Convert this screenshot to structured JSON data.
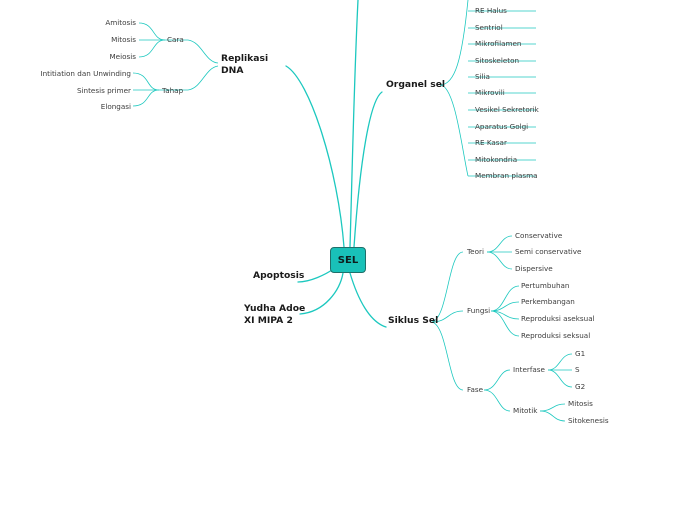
{
  "root": "SEL",
  "colors": {
    "line": "#1cc8bf",
    "root_fill": "#19c1b8",
    "root_border": "#1f6f6a"
  },
  "replikasi": {
    "title": "Replikasi\nDNA",
    "cara": {
      "label": "Cara",
      "items": [
        "Amitosis",
        "Mitosis",
        "Meiosis"
      ]
    },
    "tahap": {
      "label": "Tahap",
      "items": [
        "Intitiation dan Unwinding",
        "Sintesis primer",
        "Elongasi"
      ]
    }
  },
  "organel": {
    "title": "Organel sel",
    "items": [
      "RE Halus",
      "Sentriol",
      "Mikrofilamen",
      "Sitoskeleton",
      "Silia",
      "Mikrovili",
      "Vesikel Sekretorik",
      "Aparatus Golgi",
      "RE Kasar",
      "Mitokondria",
      "Membran plasma"
    ]
  },
  "apoptosis": "Apoptosis",
  "author": "Yudha Adoe\nXI MIPA 2",
  "siklus": {
    "title": "Siklus Sel",
    "teori": {
      "label": "Teori",
      "items": [
        "Conservative",
        "Semi conservative",
        "Dispersive"
      ]
    },
    "fungsi": {
      "label": "Fungsi",
      "items": [
        "Pertumbuhan",
        "Perkembangan",
        "Reproduksi aseksual",
        "Reproduksi seksual"
      ]
    },
    "fase": {
      "label": "Fase",
      "interfase": {
        "label": "Interfase",
        "items": [
          "G1",
          "S",
          "G2"
        ]
      },
      "mitotik": {
        "label": "Mitotik",
        "items": [
          "Mitosis",
          "Sitokenesis"
        ]
      }
    }
  }
}
